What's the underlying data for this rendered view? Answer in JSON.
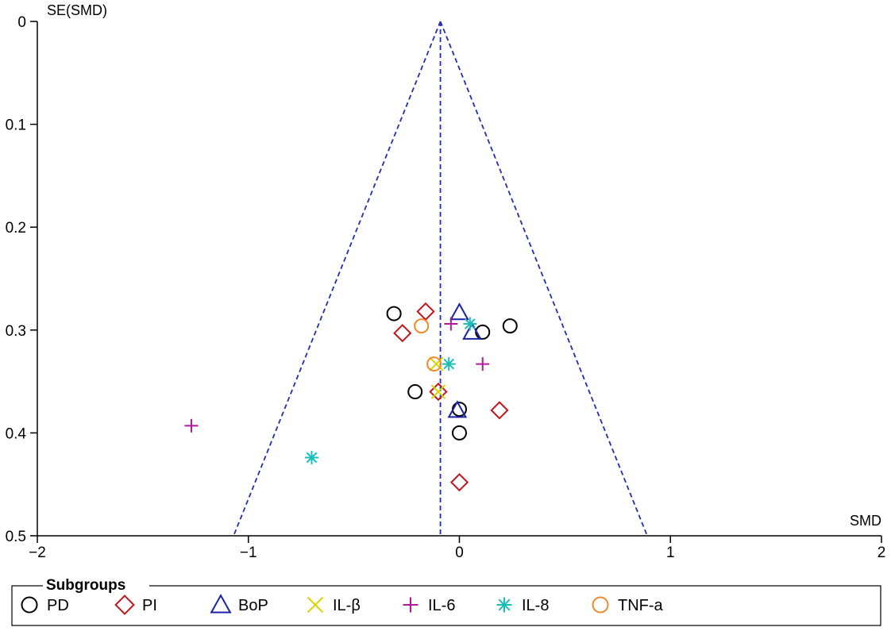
{
  "chart_data": {
    "type": "scatter",
    "subtype": "funnel-plot",
    "xlabel": "SMD",
    "ylabel": "SE(SMD)",
    "xlim": [
      -2,
      2
    ],
    "ylim": [
      0,
      0.5
    ],
    "y_reversed": true,
    "x_ticks": [
      -2,
      -1,
      0,
      1,
      2
    ],
    "y_ticks": [
      0,
      0.1,
      0.2,
      0.3,
      0.4,
      0.5
    ],
    "x_tick_labels": [
      "−2",
      "−1",
      "0",
      "1",
      "2"
    ],
    "y_tick_labels": [
      "0",
      "0.1",
      "0.2",
      "0.3",
      "0.4",
      "0.5"
    ],
    "grid": false,
    "funnel": {
      "pooled_smd": -0.09,
      "apex_se": 0,
      "lower_left": [
        -1.07,
        0.5
      ],
      "lower_right": [
        0.89,
        0.5
      ],
      "color": "#1f2fb0"
    },
    "legend": {
      "title": "Subgroups",
      "placement": "bottom",
      "entries": [
        "PD",
        "PI",
        "BoP",
        "IL-β",
        "IL-6",
        "IL-8",
        "TNF-a"
      ]
    },
    "series": [
      {
        "name": "PD",
        "marker": "circle",
        "color": "#000000",
        "points": [
          [
            -0.31,
            0.284
          ],
          [
            0.24,
            0.296
          ],
          [
            0.11,
            0.302
          ],
          [
            -0.21,
            0.36
          ],
          [
            0.0,
            0.377
          ],
          [
            0.0,
            0.4
          ]
        ]
      },
      {
        "name": "PI",
        "marker": "diamond",
        "color": "#c0171c",
        "points": [
          [
            -0.16,
            0.282
          ],
          [
            -0.27,
            0.303
          ],
          [
            -0.1,
            0.36
          ],
          [
            0.19,
            0.378
          ],
          [
            0.0,
            0.448
          ]
        ]
      },
      {
        "name": "BoP",
        "marker": "triangle",
        "color": "#1a22a8",
        "points": [
          [
            0.0,
            0.283
          ],
          [
            0.06,
            0.302
          ],
          [
            -0.01,
            0.378
          ]
        ]
      },
      {
        "name": "IL-β",
        "marker": "x",
        "color": "#d6d600",
        "points": [
          [
            -0.11,
            0.333
          ],
          [
            -0.1,
            0.36
          ]
        ]
      },
      {
        "name": "IL-6",
        "marker": "plus",
        "color": "#b3179e",
        "points": [
          [
            -0.04,
            0.294
          ],
          [
            0.11,
            0.333
          ],
          [
            -1.27,
            0.393
          ]
        ]
      },
      {
        "name": "IL-8",
        "marker": "asterisk",
        "color": "#1bbdb7",
        "points": [
          [
            0.05,
            0.294
          ],
          [
            -0.05,
            0.333
          ],
          [
            -0.7,
            0.424
          ]
        ]
      },
      {
        "name": "TNF-a",
        "marker": "circle",
        "color": "#f08a28",
        "points": [
          [
            -0.18,
            0.296
          ],
          [
            -0.12,
            0.333
          ]
        ]
      }
    ]
  }
}
